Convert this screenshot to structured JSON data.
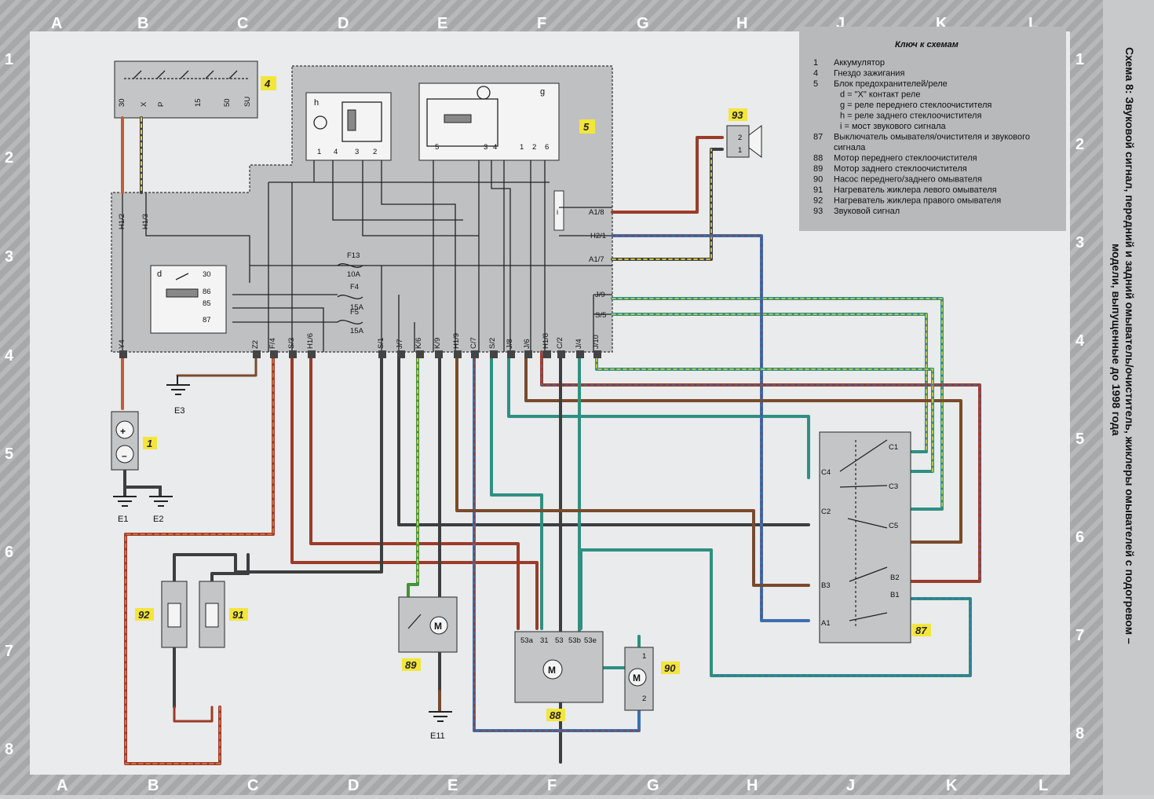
{
  "title": "Схема 8: Звуковой сигнал, передний и задний омыватель/очиститель, жиклеры омывателей с подогревом – модели, выпущенные до 1998 года",
  "title_lines": [
    "Схема 8: Звуковой сигнал, передний и задний омыватель/очиститель, жиклеры омывателей с подогревом –",
    "модели, выпущенные до 1998 года"
  ],
  "grid": {
    "letters": [
      "A",
      "B",
      "C",
      "D",
      "E",
      "F",
      "G",
      "H",
      "J",
      "K",
      "L"
    ],
    "numbers": [
      "1",
      "2",
      "3",
      "4",
      "5",
      "6",
      "7",
      "8"
    ]
  },
  "key": {
    "title": "Ключ к схемам",
    "items": [
      {
        "num": "1",
        "text": "Аккумулятор"
      },
      {
        "num": "4",
        "text": "Гнездо зажигания"
      },
      {
        "num": "5",
        "text": "Блок предохранителей/реле"
      },
      {
        "num": "",
        "text": "d = \"X\" контакт реле"
      },
      {
        "num": "",
        "text": "g = реле переднего стеклоочистителя"
      },
      {
        "num": "",
        "text": "h = реле заднего стеклоочистителя"
      },
      {
        "num": "",
        "text": "i = мост звукового сигнала"
      },
      {
        "num": "87",
        "text": "Выключатель омывателя/очистителя и звукового"
      },
      {
        "num": "",
        "text": "сигнала"
      },
      {
        "num": "88",
        "text": "Мотор переднего стеклоочистителя"
      },
      {
        "num": "89",
        "text": "Мотор заднего стеклоочистителя"
      },
      {
        "num": "90",
        "text": "Насос переднего/заднего омывателя"
      },
      {
        "num": "91",
        "text": "Нагреватель жиклера левого омывателя"
      },
      {
        "num": "92",
        "text": "Нагреватель жиклера правого омывателя"
      },
      {
        "num": "93",
        "text": "Звуковой сигнал"
      }
    ]
  },
  "components": {
    "c1": "1",
    "c4": "4",
    "c5": "5",
    "c87": "87",
    "c88": "88",
    "c89": "89",
    "c90": "90",
    "c91": "91",
    "c92": "92",
    "c93": "93"
  },
  "ignition_pins": [
    "30",
    "X",
    "P",
    "15",
    "50",
    "SU"
  ],
  "relay_g": {
    "letter": "g",
    "pins": [
      "5",
      "3",
      "4",
      "1",
      "2",
      "6"
    ]
  },
  "relay_h": {
    "letter": "h",
    "pins": [
      "1",
      "4",
      "3",
      "2"
    ]
  },
  "relay_d": {
    "letter": "d",
    "pins": [
      "30",
      "86",
      "85",
      "87"
    ]
  },
  "bridge_i": "i",
  "fuses": [
    {
      "name": "F13",
      "rating": "10A"
    },
    {
      "name": "F4",
      "rating": "15A"
    },
    {
      "name": "F5",
      "rating": "15A"
    }
  ],
  "connectors_top": [
    "H1/2",
    "H1/3"
  ],
  "connectors_bottom": [
    "Y4",
    "Z2",
    "F/4",
    "S/3",
    "H1/6",
    "S/1",
    "J/7",
    "K/6",
    "K/9",
    "H1/9",
    "C/7",
    "S/2",
    "J/8",
    "J/6",
    "H1/8",
    "C/2",
    "J/4",
    "J/10"
  ],
  "connectors_right": [
    "A1/8",
    "H2/1",
    "A1/7",
    "J/9",
    "S/5"
  ],
  "grounds": [
    "E1",
    "E2",
    "E3",
    "E11"
  ],
  "switch_87_left": [
    "C4",
    "C2",
    "B3",
    "A1"
  ],
  "switch_87_right": [
    "C1",
    "C3",
    "C5",
    "B2",
    "B1"
  ],
  "motor_88_pins": [
    "53a",
    "31",
    "53",
    "53b",
    "53e"
  ],
  "motor_label": "M",
  "pump_90_pins": [
    "1",
    "2"
  ],
  "horn_93_pins": [
    "2",
    "1"
  ],
  "battery_signs": [
    "+",
    "–"
  ],
  "colors": {
    "red_brown": "#9c3b2a",
    "brown": "#7a4a2c",
    "dark_grey": "#3c3f3d",
    "teal": "#2f8f82",
    "yellow": "#e3d23a",
    "green": "#4a8f3c",
    "blue": "#3c6fb0",
    "orange_brown": "#b36a3a",
    "tag_yellow": "#f3e53b"
  }
}
